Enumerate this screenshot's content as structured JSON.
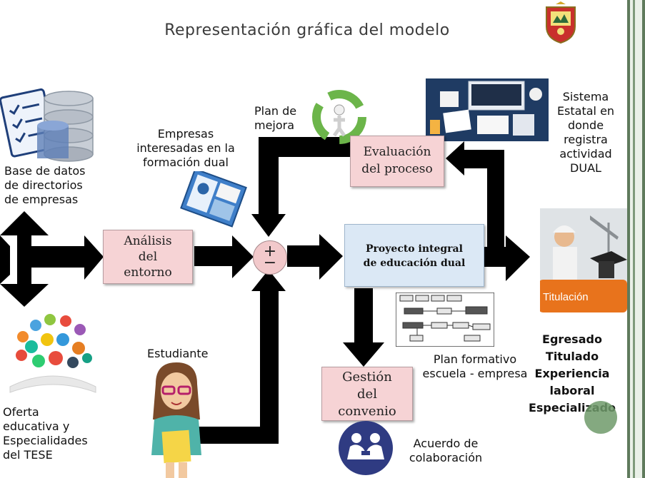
{
  "title": "Representación gráfica del modelo",
  "labels": {
    "base_datos": [
      "Base de datos",
      "de directorios",
      "de empresas"
    ],
    "empresas_interesadas": [
      "Empresas",
      "interesadas en la",
      "formación dual"
    ],
    "plan_mejora": [
      "Plan de",
      "mejora"
    ],
    "sistema_estatal": [
      "Sistema",
      "Estatal en",
      "donde",
      "registra",
      "actividad",
      "DUAL"
    ],
    "estudiante": "Estudiante",
    "oferta": [
      "Oferta",
      "educativa y",
      "Especialidades",
      "del TESE"
    ],
    "plan_formativo": [
      "Plan formativo",
      "escuela - empresa"
    ],
    "acuerdo": [
      "Acuerdo de",
      "colaboración"
    ],
    "egresado": [
      "Egresado",
      "Titulado",
      "Experiencia",
      "laboral",
      "Especializado"
    ]
  },
  "boxes": {
    "analisis": [
      "Análisis",
      "del",
      "entorno"
    ],
    "evaluacion": [
      "Evaluación",
      "del proceso"
    ],
    "proyecto": [
      "Proyecto integral",
      "de educación dual"
    ],
    "gestion": [
      "Gestión",
      "del",
      "convenio"
    ]
  },
  "sum_node": {
    "plus": "+",
    "minus": "−"
  },
  "badge": "Titulación",
  "colors": {
    "arrow": "#000000",
    "pink_box": "#f6d3d5",
    "blue_box": "#dbe8f5",
    "border_green": "#5f7a5c",
    "acuerdo_circle": "#2f3b82",
    "titulacion_badge": "#e8731c"
  },
  "icons": [
    "database-icon",
    "brochure-icon",
    "recycle-icon",
    "workspace-icon",
    "education-apps-icon",
    "student-icon",
    "flowchart-icon",
    "handshake-icon",
    "graduate-engineer-icon",
    "coat-of-arms-icon"
  ]
}
